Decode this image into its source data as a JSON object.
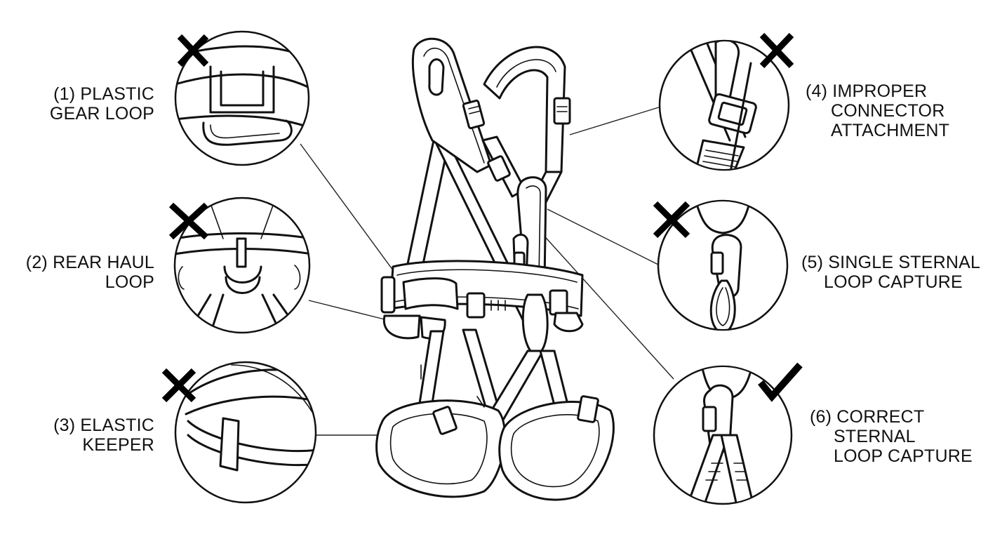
{
  "callouts": [
    {
      "id": "1",
      "lines": [
        "(1) PLASTIC",
        "GEAR LOOP"
      ],
      "status": "incorrect",
      "mark_icon": "cross-icon"
    },
    {
      "id": "2",
      "lines": [
        "(2) REAR HAUL",
        "LOOP"
      ],
      "status": "incorrect",
      "mark_icon": "cross-icon"
    },
    {
      "id": "3",
      "lines": [
        "(3) ELASTIC",
        "KEEPER"
      ],
      "status": "incorrect",
      "mark_icon": "cross-icon"
    },
    {
      "id": "4",
      "lines": [
        "(4) IMPROPER",
        "CONNECTOR",
        "ATTACHMENT"
      ],
      "status": "incorrect",
      "mark_icon": "cross-icon"
    },
    {
      "id": "5",
      "lines": [
        "(5) SINGLE STERNAL",
        "LOOP CAPTURE"
      ],
      "status": "incorrect",
      "mark_icon": "cross-icon"
    },
    {
      "id": "6",
      "lines": [
        "(6) CORRECT",
        "STERNAL",
        "LOOP CAPTURE"
      ],
      "status": "correct",
      "mark_icon": "check-icon"
    }
  ],
  "colors": {
    "ink": "#111111",
    "background": "#ffffff"
  }
}
